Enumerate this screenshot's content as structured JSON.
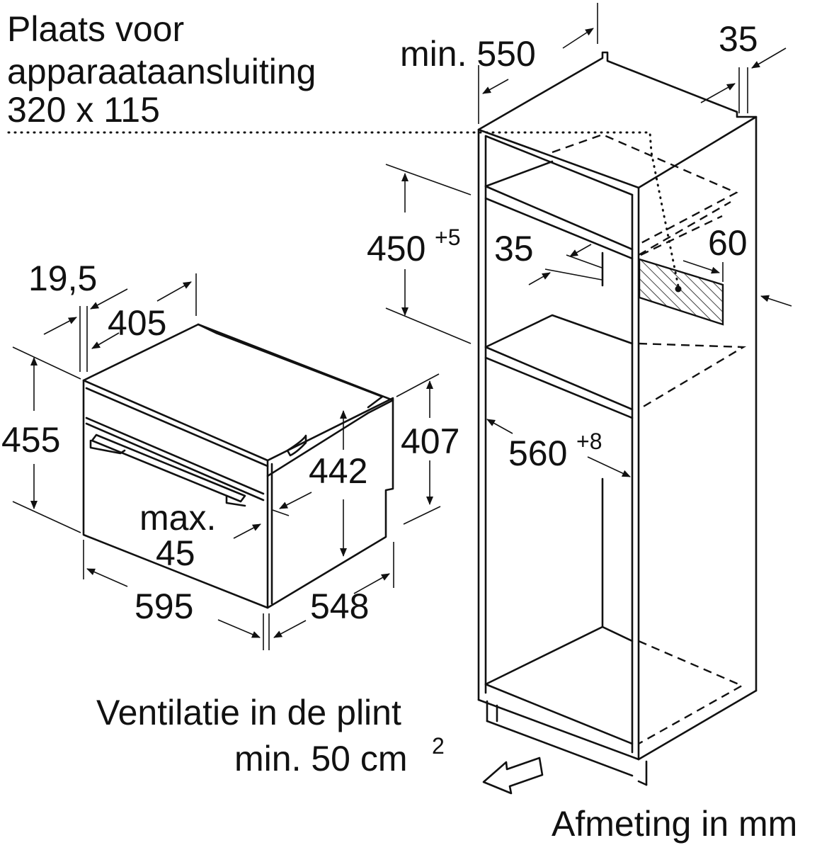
{
  "labels": {
    "connection_line1": "Plaats voor",
    "connection_line2": "apparaataansluiting",
    "connection_line3": "320 x 115",
    "niche_depth": "min. 550",
    "rear_gap": "35",
    "shelf_height": "450",
    "shelf_height_tol": "+5",
    "shelf_gap": "35",
    "side_gap": "60",
    "niche_width": "560",
    "niche_width_tol": "+8",
    "front_depth": "19,5",
    "top_depth": "405",
    "total_height": "455",
    "side_height": "407",
    "body_height": "442",
    "overlap_line1": "max.",
    "overlap_line2": "45",
    "front_width": "595",
    "body_depth": "548",
    "ventilation_line1": "Ventilatie in de plint",
    "ventilation_line2": "min. 50 cm",
    "ventilation_sup": "2",
    "unit_note": "Afmeting in mm"
  },
  "colors": {
    "ink": "#111111",
    "background": "#ffffff"
  },
  "icons": {
    "airflow": "airflow-arrow-icon"
  }
}
